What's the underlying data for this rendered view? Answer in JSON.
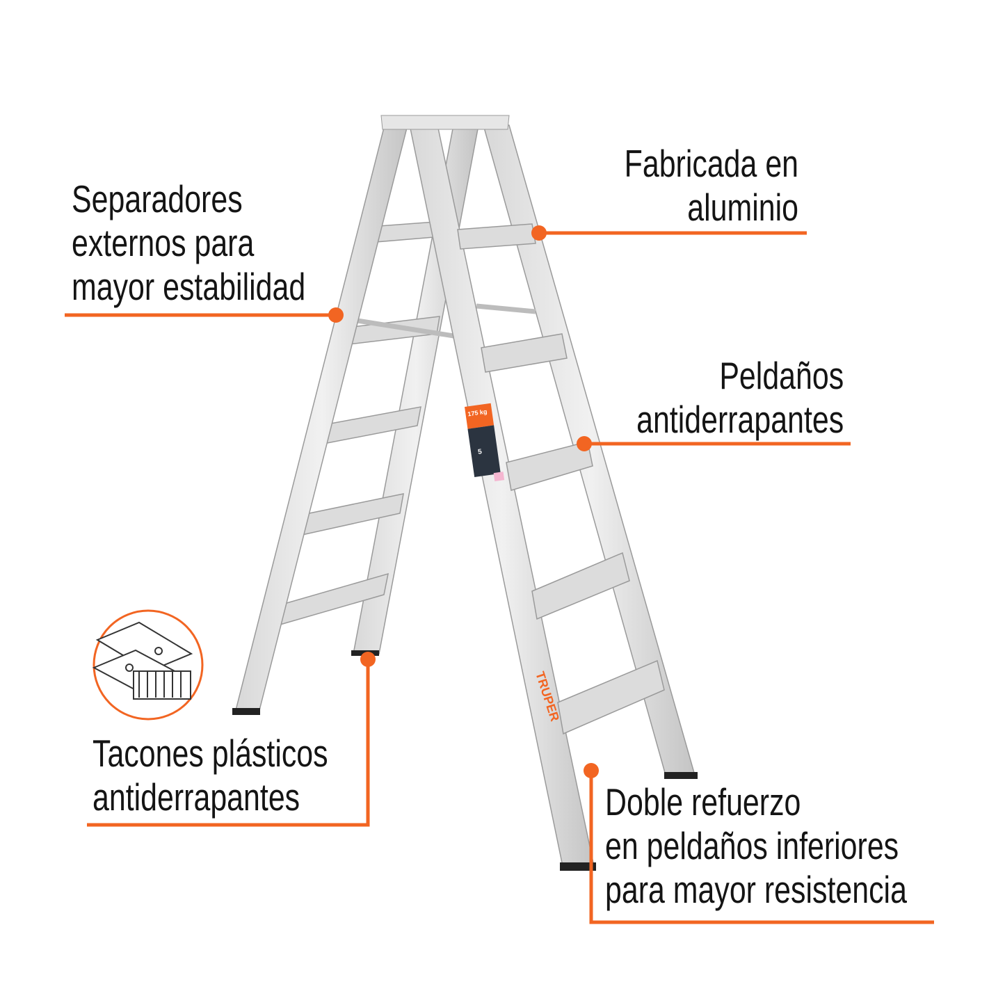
{
  "accent_color": "#f26522",
  "brand": "TRUPER",
  "product_label": {
    "capacity": "175 kg",
    "steps": "5"
  },
  "callouts": [
    {
      "lines": [
        "Separadores",
        "externos para",
        "mayor estabilidad"
      ]
    },
    {
      "lines": [
        "Fabricada en",
        "aluminio"
      ]
    },
    {
      "lines": [
        "Peldaños",
        "antiderrapantes"
      ]
    },
    {
      "lines": [
        "Tacones plásticos",
        "antiderrapantes"
      ],
      "icon": "plastic-foot-detail-icon"
    },
    {
      "lines": [
        "Doble refuerzo",
        "en peldaños inferiores",
        "para mayor resistencia"
      ]
    }
  ]
}
